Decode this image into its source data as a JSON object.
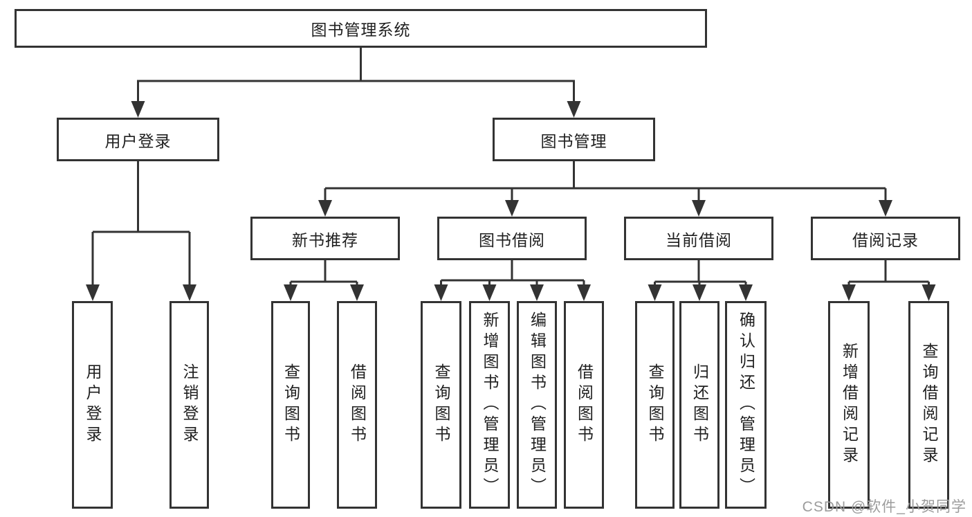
{
  "diagram": {
    "type": "tree",
    "root": {
      "label": "图书管理系统",
      "children": [
        {
          "label": "用户登录",
          "children": [
            {
              "label": "用户登录"
            },
            {
              "label": "注销登录"
            }
          ]
        },
        {
          "label": "图书管理",
          "children": [
            {
              "label": "新书推荐",
              "children": [
                {
                  "label": "查询图书"
                },
                {
                  "label": "借阅图书"
                }
              ]
            },
            {
              "label": "图书借阅",
              "children": [
                {
                  "label": "查询图书"
                },
                {
                  "label": "新增图书（管理员）"
                },
                {
                  "label": "编辑图书（管理员）"
                },
                {
                  "label": "借阅图书"
                }
              ]
            },
            {
              "label": "当前借阅",
              "children": [
                {
                  "label": "查询图书"
                },
                {
                  "label": "归还图书"
                },
                {
                  "label": "确认归还（管理员）"
                }
              ]
            },
            {
              "label": "借阅记录",
              "children": [
                {
                  "label": "新增借阅记录"
                },
                {
                  "label": "查询借阅记录"
                }
              ]
            }
          ]
        }
      ]
    }
  },
  "watermark": {
    "text": "CSDN @软件_小贺同学"
  },
  "colors": {
    "line": "#333333",
    "text": "#1f1f1f",
    "watermark": "#9c9c9c",
    "background": "#ffffff"
  }
}
